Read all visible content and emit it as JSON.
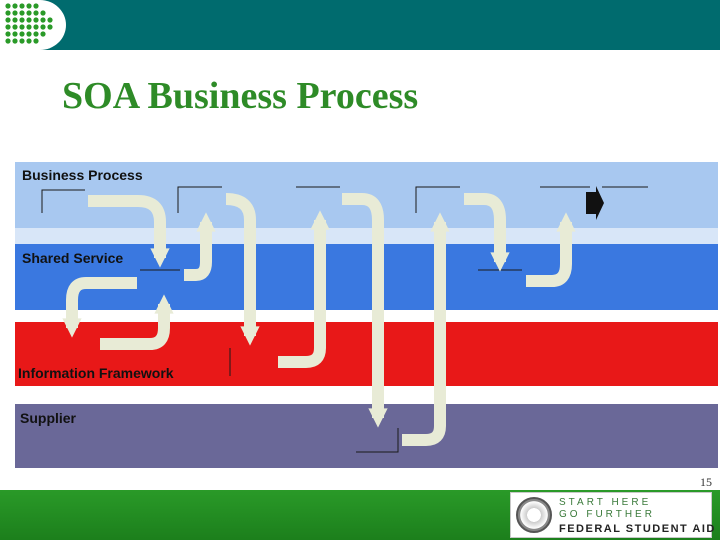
{
  "slide": {
    "title": "SOA Business Process",
    "page_number": "15"
  },
  "colors": {
    "top_band": "#006b6e",
    "title_text": "#2e8b27",
    "business_process_lane": "#a8c8f0",
    "shared_service_lane": "#3a78e0",
    "information_framework_lane": "#e81818",
    "supplier_lane": "#6a6898",
    "flow_arrow": "#e8ebd6",
    "bottom_band": "#1f8a1f"
  },
  "lanes": [
    {
      "label": "Business Process"
    },
    {
      "label": "Shared Service"
    },
    {
      "label": "Information Framework"
    },
    {
      "label": "Supplier"
    }
  ],
  "footer": {
    "tagline_1": "START HERE",
    "tagline_2": "GO FURTHER",
    "brand": "FEDERAL STUDENT AID"
  }
}
